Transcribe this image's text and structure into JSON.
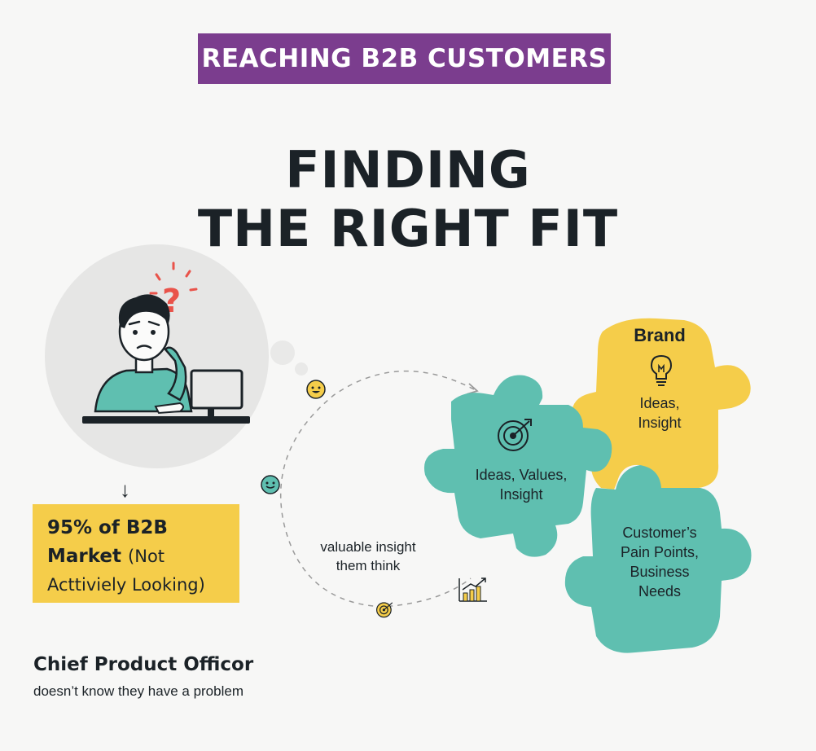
{
  "banner": {
    "text": "REACHING B2B CUSTOMERS"
  },
  "title": {
    "line1": "FINDING",
    "line2": "THE RIGHT FIT"
  },
  "stat": {
    "line1": "95% of B2B",
    "line2_bold": "Market",
    "line2_normal": "(Not",
    "line3": "Acttiviely Looking)"
  },
  "persona": {
    "title": "Chief Product Officor",
    "subtitle": "doesn’t know they have a problem"
  },
  "flow": {
    "line1": "valuable insight",
    "line2": "them think"
  },
  "puzzle": {
    "brand_title": "Brand",
    "brand_line1": "Ideas,",
    "brand_line2": "Insight",
    "left_line1": "Ideas, Values,",
    "left_line2": "Insight",
    "customer_line1": "Customer’s",
    "customer_line2": "Pain Points,",
    "customer_line3": "Business",
    "customer_line4": "Needs"
  },
  "colors": {
    "banner": "#7b3d8e",
    "yellow": "#f5cd4a",
    "teal": "#5fbfb0",
    "accent_red": "#e9534a",
    "ink": "#1b2227"
  },
  "icons": [
    "question-mark-icon",
    "down-arrow-icon",
    "smile-emoji-icon",
    "grin-emoji-icon",
    "target-icon",
    "bar-chart-icon",
    "lightbulb-icon",
    "bullseye-icon"
  ]
}
